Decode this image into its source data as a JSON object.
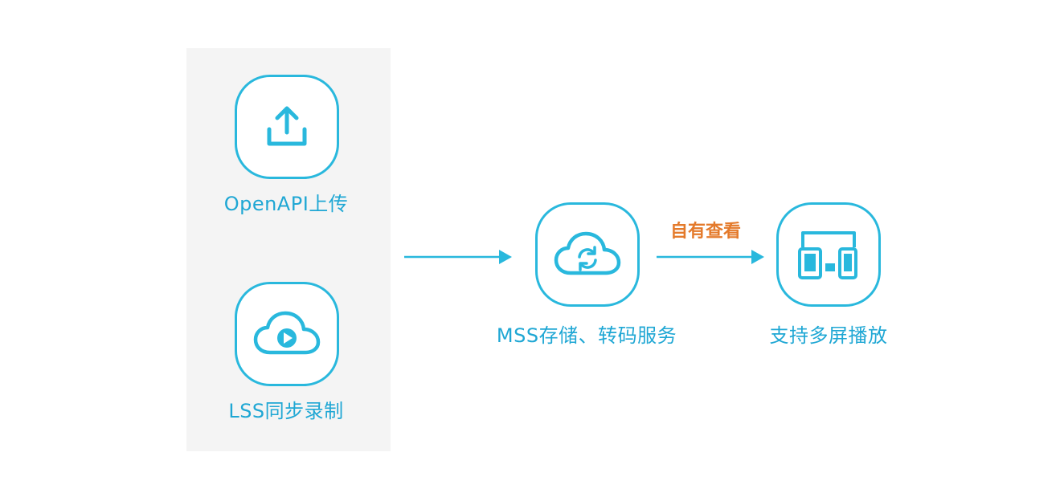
{
  "nodes": {
    "openapi_upload": {
      "label": "OpenAPI上传",
      "icon": "upload-icon"
    },
    "lss_record": {
      "label": "LSS同步录制",
      "icon": "cloud-play-icon"
    },
    "mss_service": {
      "label": "MSS存储、转码服务",
      "icon": "cloud-sync-icon"
    },
    "multi_screen": {
      "label": "支持多屏播放",
      "icon": "devices-icon"
    }
  },
  "edges": {
    "to_mss": {
      "label": ""
    },
    "to_playback": {
      "label": "自有查看"
    }
  },
  "colors": {
    "accent": "#29b8dd",
    "text": "#1fa7d4",
    "edge_label": "#e47a2b",
    "panel_bg": "#f4f4f4"
  }
}
